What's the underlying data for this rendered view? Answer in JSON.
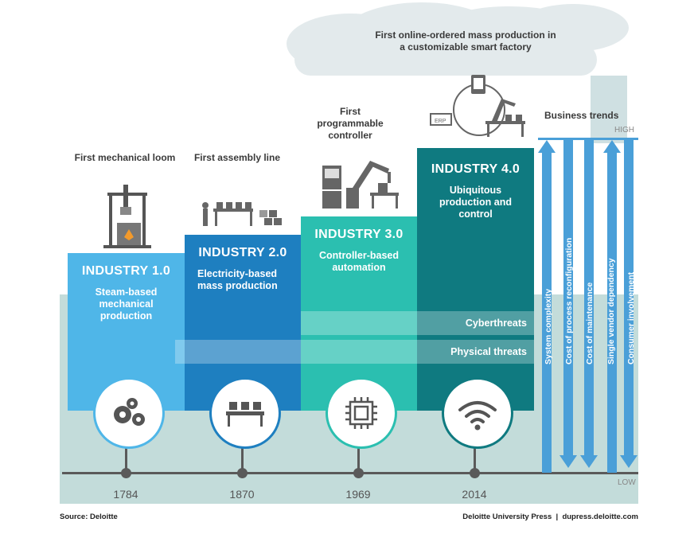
{
  "milestones": [
    {
      "text": "First mechanical loom"
    },
    {
      "text": "First assembly line"
    },
    {
      "text": "First programmable controller"
    },
    {
      "text": "First online-ordered mass production in a customizable smart factory"
    }
  ],
  "stages": [
    {
      "title": "INDUSTRY 1.0",
      "desc": "Steam-based mechanical production",
      "year": "1784",
      "color": "#4fb6e8",
      "icon": "gears-icon"
    },
    {
      "title": "INDUSTRY 2.0",
      "desc": "Electricity-based mass production",
      "year": "1870",
      "color": "#1e7fc0",
      "icon": "conveyor-icon"
    },
    {
      "title": "INDUSTRY 3.0",
      "desc": "Controller-based automation",
      "year": "1969",
      "color": "#2bbfb0",
      "icon": "chip-icon"
    },
    {
      "title": "INDUSTRY 4.0",
      "desc": "Ubiquitous production and control",
      "year": "2014",
      "color": "#0f7a80",
      "icon": "wifi-icon"
    }
  ],
  "threats": {
    "cyber": "Cyberthreats",
    "physical": "Physical threats"
  },
  "trends": {
    "title": "Business trends",
    "high": "HIGH",
    "low": "LOW",
    "items": [
      {
        "label": "System complexity"
      },
      {
        "label": "Cost of process reconfiguration"
      },
      {
        "label": "Cost of maintenance"
      },
      {
        "label": "Single vendor dependency"
      },
      {
        "label": "Consumer involvement"
      }
    ]
  },
  "erp_label": "ERP",
  "footer": {
    "source": "Source: Deloitte",
    "credit": "Deloitte University Press  |  dupress.deloitte.com"
  },
  "colors": {
    "ground": "#c3dcda",
    "timeline": "#5a5a5a",
    "trend_arrow": "#4a9fd8",
    "cloud": "#e3eaec"
  }
}
